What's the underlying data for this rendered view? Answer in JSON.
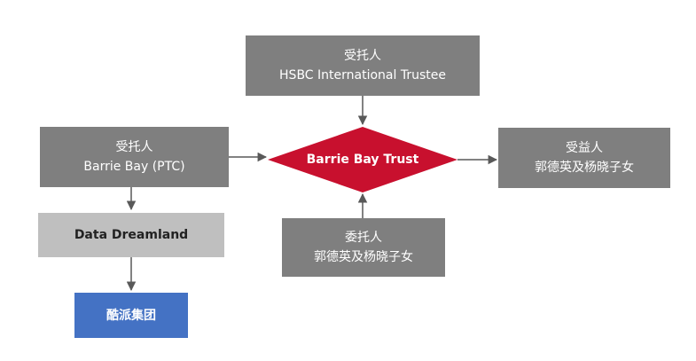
{
  "trustee_hsbc": {
    "role": "受托人",
    "name": "HSBC International Trustee"
  },
  "trustee_ptc": {
    "role": "受托人",
    "name": "Barrie Bay (PTC)"
  },
  "trust": {
    "name": "Barrie Bay Trust"
  },
  "beneficiary": {
    "role": "受益人",
    "name": "郭德英及杨晓子女"
  },
  "settlor": {
    "role": "委托人",
    "name": "郭德英及杨晓子女"
  },
  "data_dreamland": {
    "name": "Data Dreamland"
  },
  "kuru_group": {
    "name": "酷派集团"
  },
  "colors": {
    "gray_box": "#7f7f7f",
    "light_box": "#bfbfbf",
    "blue_box": "#4472c4",
    "trust_diamond": "#c8102e",
    "connector": "#595959"
  }
}
